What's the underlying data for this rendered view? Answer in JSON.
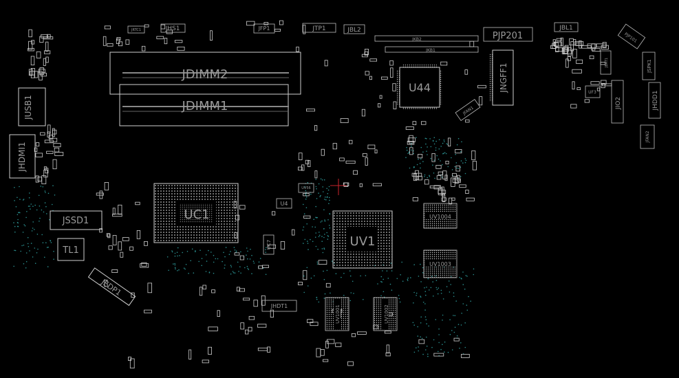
{
  "board": {
    "colors": {
      "background": "#000000",
      "outline": "#cfcfcf",
      "label": "#9a9a9a",
      "bga": "#bfbfbf",
      "via": "#2a8f8f",
      "marker": "#c8242c"
    },
    "labels": {
      "jdimm2": "JDIMM2",
      "jdimm1": "JDIMM1",
      "u44": "U44",
      "jngff1": "JNGFF1",
      "pjp201": "PJP201",
      "jusb1": "JUSB1",
      "jhdmi1": "JHDMI1",
      "jssd1": "JSSD1",
      "tl1": "TL1",
      "jedp1": "JEDP1",
      "uc1": "UC1",
      "uv1": "UV1",
      "uv1004": "UV1004",
      "uv1003": "UV1003",
      "uv1001": "UV1001",
      "uv1002": "UV1002",
      "u4": "U4",
      "uc7": "UC7",
      "jhdt1": "JHDT1",
      "jfan1": "JFAN1",
      "jfan2": "JFAN2",
      "jio2": "JIO2",
      "jhdd1": "JHDD1",
      "jspk1": "JSPK1",
      "pjp101": "PJP101",
      "jbl1": "JBL1",
      "jbl2": "JBL2",
      "jtp1": "JTP1",
      "jfp1": "JFP1",
      "jhs1": "JHS1",
      "jrtc1": "JRTC1",
      "jkb2": "JKB2",
      "jkb1": "JKB1",
      "uf3": "UF3",
      "uv56": "UV56",
      "jbat1": "JBAT1"
    }
  }
}
